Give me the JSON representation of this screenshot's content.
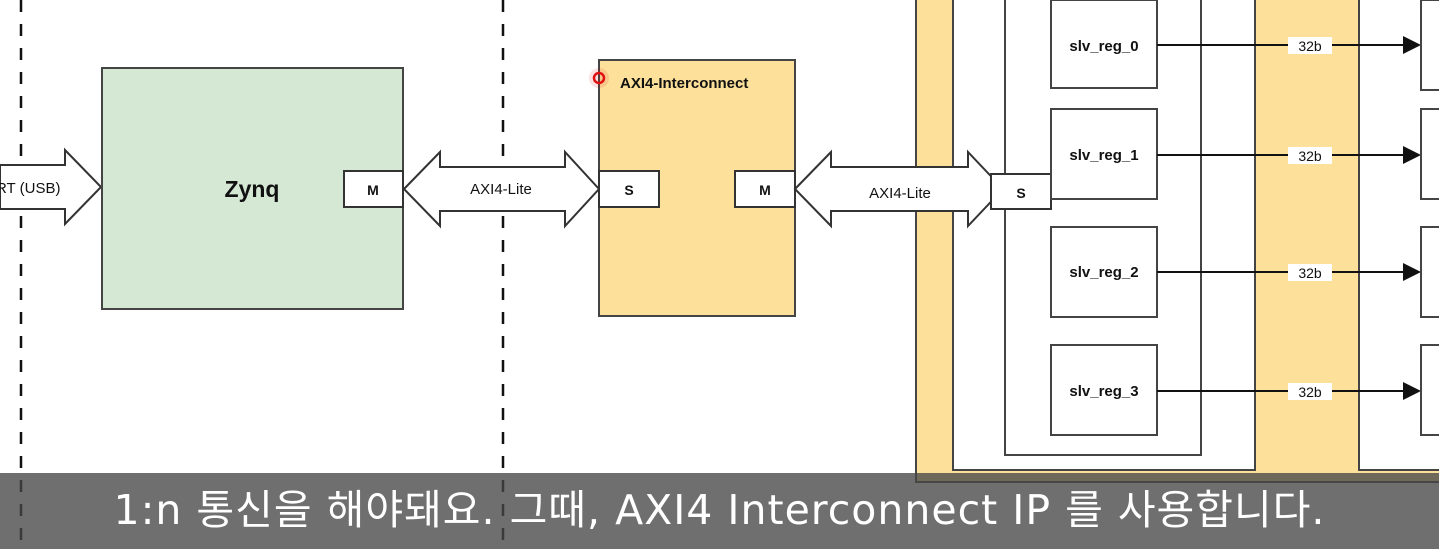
{
  "diagram": {
    "usb_label": "RT (USB)",
    "zynq": {
      "title": "Zynq",
      "port": "M"
    },
    "link1_label": "AXI4-Lite",
    "interconnect": {
      "title": "AXI4-Interconnect",
      "port_s": "S",
      "port_m": "M"
    },
    "link2_label": "AXI4-Lite",
    "slave_port": "S",
    "registers": [
      {
        "name": "slv_reg_0",
        "width": "32b"
      },
      {
        "name": "slv_reg_1",
        "width": "32b"
      },
      {
        "name": "slv_reg_2",
        "width": "32b"
      },
      {
        "name": "slv_reg_3",
        "width": "32b"
      }
    ],
    "colors": {
      "zynq_fill": "#d5e8d4",
      "ip_fill": "#fde19a",
      "cursor_dot": "#e11111"
    }
  },
  "caption": "1:n 통신을 해야돼요. 그때, AXI4 Interconnect IP 를 사용합니다."
}
